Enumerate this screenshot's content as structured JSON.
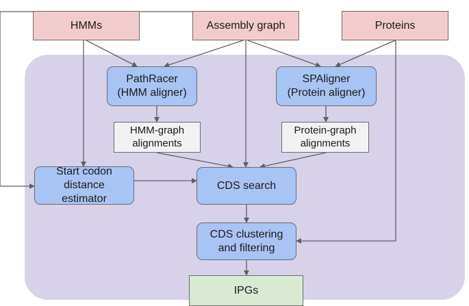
{
  "diagram": {
    "colors": {
      "input_fill": "#f2cccc",
      "tool_fill": "#a8c4f4",
      "artifact_fill": "#f2f2f2",
      "output_fill": "#d9ead3",
      "panel_fill": "#d8d1ea",
      "edge_color": "#5f5f5f"
    },
    "nodes": {
      "hmms": "HMMs",
      "assembly_graph": "Assembly graph",
      "proteins": "Proteins",
      "pathracer": "PathRacer\n(HMM aligner)",
      "spaligner": "SPAligner\n(Protein aligner)",
      "hmm_graph_alignments": "HMM-graph\nalignments",
      "protein_graph_alignments": "Protein-graph\nalignments",
      "start_codon_estimator": "Start codon\ndistance\nestimator",
      "cds_search": "CDS search",
      "cds_clustering": "CDS clustering\nand filtering",
      "ipgs": "IPGs"
    },
    "edges": [
      {
        "from": "hmms",
        "to": "pathracer"
      },
      {
        "from": "hmms",
        "to": "start_codon_estimator"
      },
      {
        "from": "assembly_graph",
        "to": "pathracer"
      },
      {
        "from": "assembly_graph",
        "to": "spaligner"
      },
      {
        "from": "assembly_graph",
        "to": "cds_search"
      },
      {
        "from": "assembly_graph",
        "to": "start_codon_estimator"
      },
      {
        "from": "proteins",
        "to": "spaligner"
      },
      {
        "from": "proteins",
        "to": "cds_clustering"
      },
      {
        "from": "pathracer",
        "to": "hmm_graph_alignments"
      },
      {
        "from": "spaligner",
        "to": "protein_graph_alignments"
      },
      {
        "from": "hmm_graph_alignments",
        "to": "cds_search"
      },
      {
        "from": "protein_graph_alignments",
        "to": "cds_search"
      },
      {
        "from": "start_codon_estimator",
        "to": "cds_search"
      },
      {
        "from": "cds_search",
        "to": "cds_clustering"
      },
      {
        "from": "cds_clustering",
        "to": "ipgs"
      }
    ]
  }
}
